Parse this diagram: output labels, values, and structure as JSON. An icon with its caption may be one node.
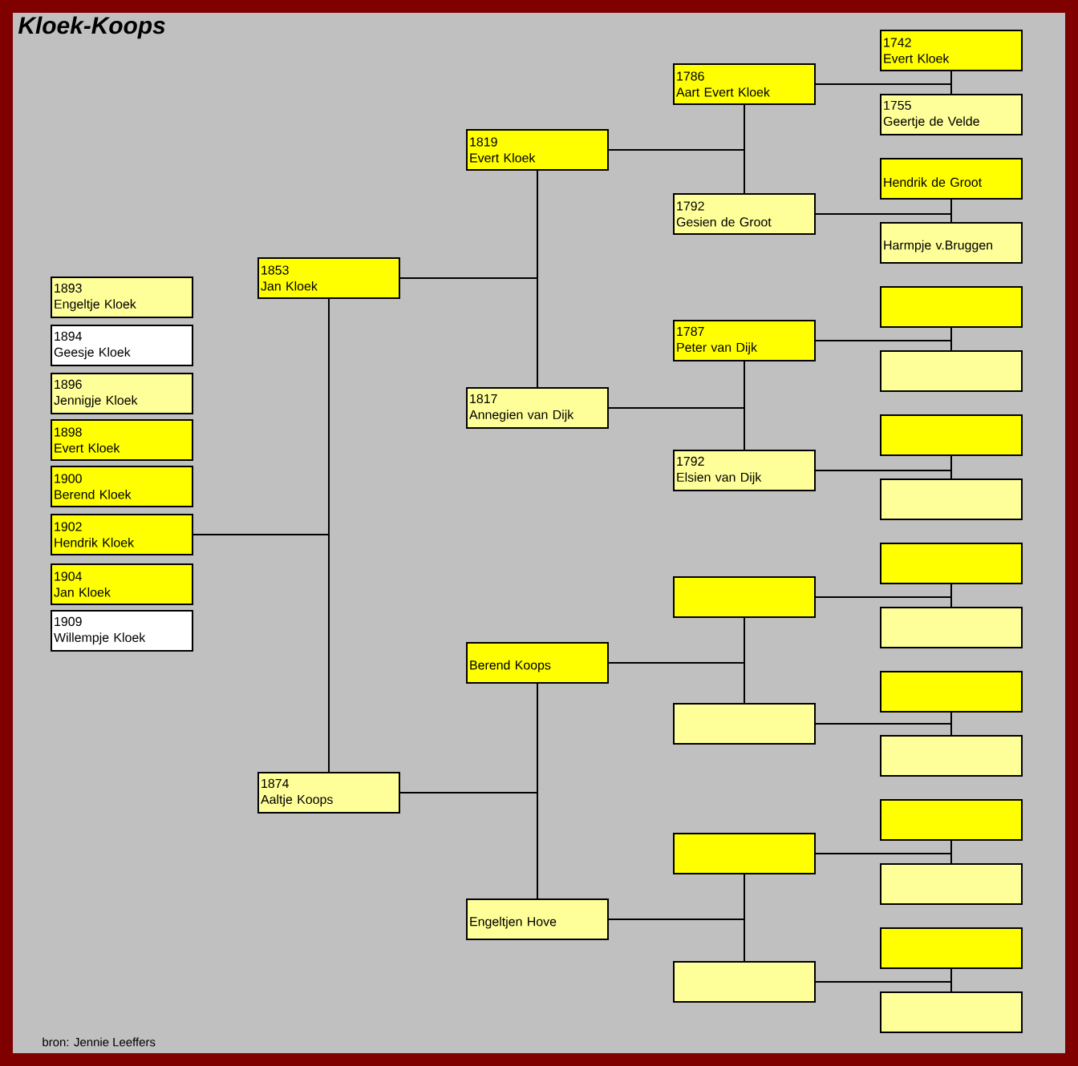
{
  "diagram": {
    "title": "Kloek-Koops",
    "nodes": [
      {
        "text": [
          "1893",
          "Engeltje Kloek"
        ]
      },
      {
        "text": [
          "1894",
          "Geesje Kloek"
        ]
      },
      {
        "text": [
          "1896",
          "Jennigje Kloek"
        ]
      },
      {
        "text": [
          "1898",
          "Evert Kloek"
        ]
      },
      {
        "text": [
          "1900",
          "Berend Kloek"
        ]
      },
      {
        "text": [
          "1902",
          "Hendrik Kloek"
        ]
      },
      {
        "text": [
          "1904",
          "Jan Kloek"
        ]
      },
      {
        "text": [
          "1909",
          "Willempje Kloek"
        ]
      },
      {
        "text": [
          "1853",
          "Jan Kloek"
        ]
      },
      {
        "text": [
          "1874",
          "Aaltje Koops"
        ]
      },
      {
        "text": [
          "1819",
          "Evert Kloek"
        ]
      },
      {
        "text": [
          "1817",
          "Annegien van Dijk"
        ]
      },
      {
        "text": [
          "Berend Koops"
        ]
      },
      {
        "text": [
          "Engeltjen Hove"
        ]
      },
      {
        "text": [
          "1786",
          "Aart Evert Kloek"
        ]
      },
      {
        "text": [
          "1792",
          "Gesien de Groot"
        ]
      },
      {
        "text": [
          "1787",
          "Peter van Dijk"
        ]
      },
      {
        "text": [
          "1792",
          "Elsien van Dijk"
        ]
      },
      {
        "text": [],
        "shape": "box"
      },
      {
        "text": [],
        "shape": "box"
      },
      {
        "text": [],
        "shape": "box"
      },
      {
        "text": [],
        "shape": "box"
      },
      {
        "text": [
          "1742",
          "Evert Kloek"
        ]
      },
      {
        "text": [
          "1755",
          "Geertje de Velde"
        ]
      },
      {
        "text": [
          "Hendrik de Groot"
        ]
      },
      {
        "text": [
          "Harmpje v.Bruggen"
        ]
      },
      {
        "text": [],
        "shape": "box"
      },
      {
        "text": [],
        "shape": "box"
      },
      {
        "text": [],
        "shape": "box"
      },
      {
        "text": [],
        "shape": "box"
      },
      {
        "text": [],
        "shape": "box"
      },
      {
        "text": [],
        "shape": "box"
      },
      {
        "text": [],
        "shape": "box"
      },
      {
        "text": [],
        "shape": "box"
      },
      {
        "text": [],
        "shape": "box"
      },
      {
        "text": [],
        "shape": "box"
      },
      {
        "text": [],
        "shape": "box"
      },
      {
        "text": [],
        "shape": "box"
      }
    ],
    "edges": [
      {
        "from": 5,
        "to": 8,
        "arrow": "none"
      },
      {
        "from": 5,
        "to": 9,
        "arrow": "none"
      },
      {
        "from": 8,
        "to": 10,
        "arrow": "none"
      },
      {
        "from": 8,
        "to": 11,
        "arrow": "none"
      },
      {
        "from": 9,
        "to": 12,
        "arrow": "none"
      },
      {
        "from": 9,
        "to": 13,
        "arrow": "none"
      },
      {
        "from": 10,
        "to": 14,
        "arrow": "none"
      },
      {
        "from": 10,
        "to": 15,
        "arrow": "none"
      },
      {
        "from": 11,
        "to": 16,
        "arrow": "none"
      },
      {
        "from": 11,
        "to": 17,
        "arrow": "none"
      },
      {
        "from": 12,
        "to": 18,
        "arrow": "none"
      },
      {
        "from": 12,
        "to": 19,
        "arrow": "none"
      },
      {
        "from": 13,
        "to": 20,
        "arrow": "none"
      },
      {
        "from": 13,
        "to": 21,
        "arrow": "none"
      },
      {
        "from": 14,
        "to": 22,
        "arrow": "none"
      },
      {
        "from": 14,
        "to": 23,
        "arrow": "none"
      },
      {
        "from": 15,
        "to": 24,
        "arrow": "none"
      },
      {
        "from": 15,
        "to": 25,
        "arrow": "none"
      },
      {
        "from": 16,
        "to": 26,
        "arrow": "none"
      },
      {
        "from": 16,
        "to": 27,
        "arrow": "none"
      },
      {
        "from": 17,
        "to": 28,
        "arrow": "none"
      },
      {
        "from": 17,
        "to": 29,
        "arrow": "none"
      },
      {
        "from": 18,
        "to": 30,
        "arrow": "none"
      },
      {
        "from": 18,
        "to": 31,
        "arrow": "none"
      },
      {
        "from": 19,
        "to": 32,
        "arrow": "none"
      },
      {
        "from": 19,
        "to": 33,
        "arrow": "none"
      },
      {
        "from": 20,
        "to": 34,
        "arrow": "none"
      },
      {
        "from": 20,
        "to": 35,
        "arrow": "none"
      },
      {
        "from": 21,
        "to": 36,
        "arrow": "none"
      },
      {
        "from": 21,
        "to": 37,
        "arrow": "none"
      }
    ],
    "labels": [
      "bron: Jennie Leeffers"
    ]
  }
}
